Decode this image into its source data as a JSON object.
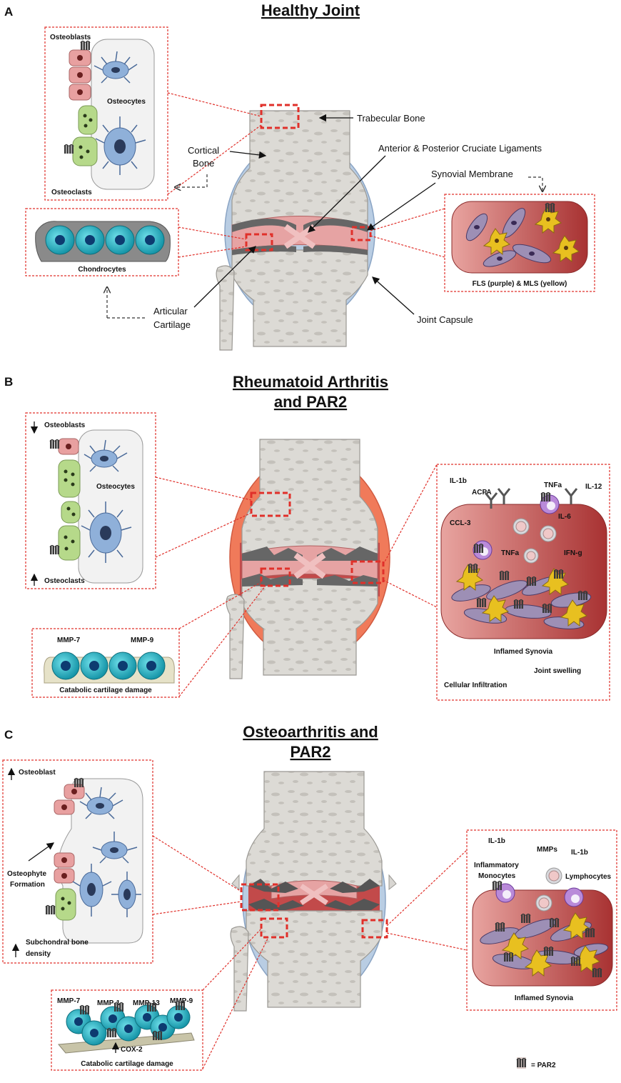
{
  "panels": {
    "a": {
      "letter": "A",
      "title": "Healthy Joint",
      "labels": {
        "osteoblasts": "Osteoblasts",
        "osteocytes": "Osteocytes",
        "osteoclasts": "Osteoclasts",
        "chondrocytes": "Chondrocytes",
        "trabecular_bone": "Trabecular Bone",
        "cortical_bone_1": "Cortical",
        "cortical_bone_2": "Bone",
        "cruciate": "Anterior & Posterior Cruciate Ligaments",
        "synovial_membrane": "Synovial Membrane",
        "articular_1": "Articular",
        "articular_2": "Cartilage",
        "joint_capsule": "Joint Capsule",
        "fls_mls": "FLS (purple) & MLS (yellow)"
      }
    },
    "b": {
      "letter": "B",
      "title_1": "Rheumatoid Arthritis",
      "title_2": "and PAR2",
      "labels": {
        "osteoblasts": "Osteoblasts",
        "osteocytes": "Osteocytes",
        "osteoclasts": "Osteoclasts",
        "mmp7": "MMP-7",
        "mmp9": "MMP-9",
        "catabolic": "Catabolic cartilage damage",
        "il1b": "IL-1b",
        "acpa": "ACPA",
        "tnfa_1": "TNFa",
        "il12": "IL-12",
        "ccl3": "CCL-3",
        "il6": "IL-6",
        "tnfa_2": "TNFa",
        "ifng": "IFN-g",
        "inflamed": "Inflamed Synovia",
        "swelling": "Joint swelling",
        "infiltration": "Cellular Infiltration"
      }
    },
    "c": {
      "letter": "C",
      "title_1": "Osteoarthritis and",
      "title_2": "PAR2",
      "labels": {
        "osteoblast": "Osteoblast",
        "osteophyte_1": "Osteophyte",
        "osteophyte_2": "Formation",
        "subchondral_1": "Subchondral bone",
        "subchondral_2": "density",
        "mmp7": "MMP-7",
        "mmp1": "MMP-1",
        "mmp13": "MMP-13",
        "mmp9": "MMP-9",
        "cox2": "COX-2",
        "catabolic": "Catabolic cartilage damage",
        "il1b_1": "IL-1b",
        "mmps": "MMPs",
        "il1b_2": "IL-1b",
        "inflammatory_1": "Inflammatory",
        "inflammatory_2": "Monocytes",
        "lymphocytes": "Lymphocytes",
        "inflamed": "Inflamed Synovia"
      }
    }
  },
  "legend": {
    "par2": "= PAR2"
  },
  "colors": {
    "bone": "#d8d6d2",
    "capsule_healthy": "#b9cde3",
    "capsule_ra": "#f07a5a",
    "synovium": "#c24a4a",
    "cartilage": "#e6a3a3",
    "chondrocyte": "#22b8c9",
    "fls": "#9d8fb5",
    "mls": "#e8c020",
    "osteoblast": "#e8a0a0",
    "osteoclast": "#b6d98a",
    "osteocyte": "#8fb0d9",
    "par2": "#7a3e34",
    "highlight": "#e0302a"
  }
}
